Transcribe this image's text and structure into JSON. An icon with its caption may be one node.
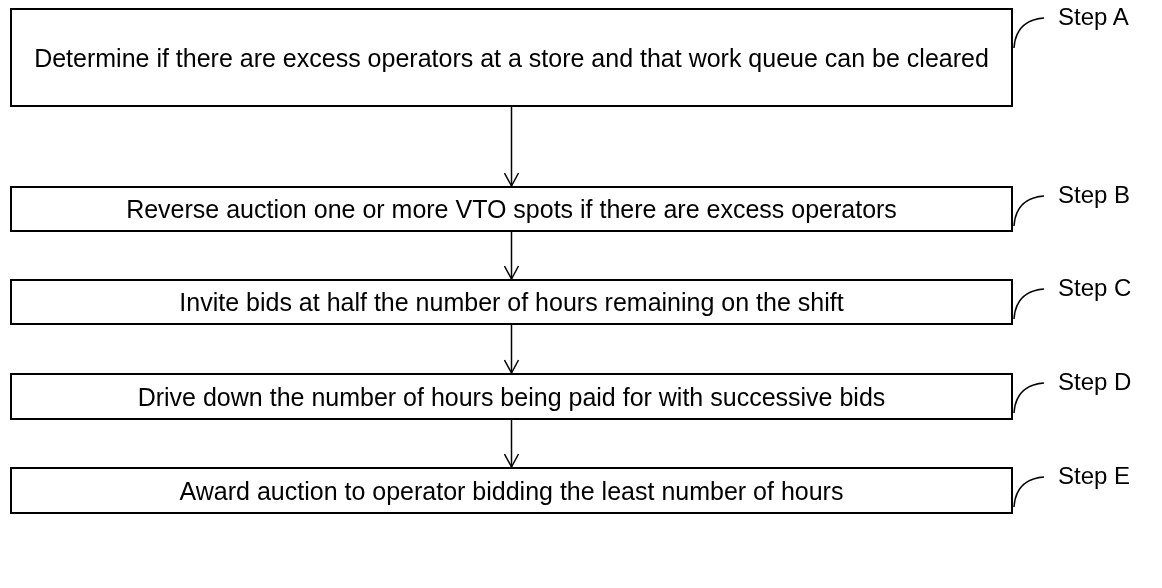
{
  "diagram": {
    "nodes": [
      {
        "text": [
          "Determine if there are excess operators at a store and that work queue can be cleared"
        ]
      },
      {
        "text": [
          "Reverse auction one or more VTO spots if there are excess operators"
        ]
      },
      {
        "text": [
          "Invite bids at half the number of hours remaining on the shift"
        ]
      },
      {
        "text": [
          "Drive down the number of hours being paid for with successive bids"
        ]
      },
      {
        "text": [
          "Award auction to operator bidding the least number of hours"
        ]
      },
      {
        "text": [
          "Step A"
        ]
      },
      {
        "text": [
          "Step B"
        ]
      },
      {
        "text": [
          "Step C"
        ]
      },
      {
        "text": [
          "Step D"
        ]
      },
      {
        "text": [
          "Step E"
        ]
      }
    ],
    "edges": [
      {
        "from": 0,
        "to": 1,
        "arrow": "to"
      },
      {
        "from": 1,
        "to": 2,
        "arrow": "to"
      },
      {
        "from": 2,
        "to": 3,
        "arrow": "to"
      },
      {
        "from": 3,
        "to": 4,
        "arrow": "to"
      },
      {
        "from": 5,
        "to": 0,
        "arrow": "none"
      },
      {
        "from": 6,
        "to": 1,
        "arrow": "none"
      },
      {
        "from": 7,
        "to": 2,
        "arrow": "none"
      },
      {
        "from": 8,
        "to": 3,
        "arrow": "none"
      },
      {
        "from": 9,
        "to": 4,
        "arrow": "none"
      }
    ]
  }
}
